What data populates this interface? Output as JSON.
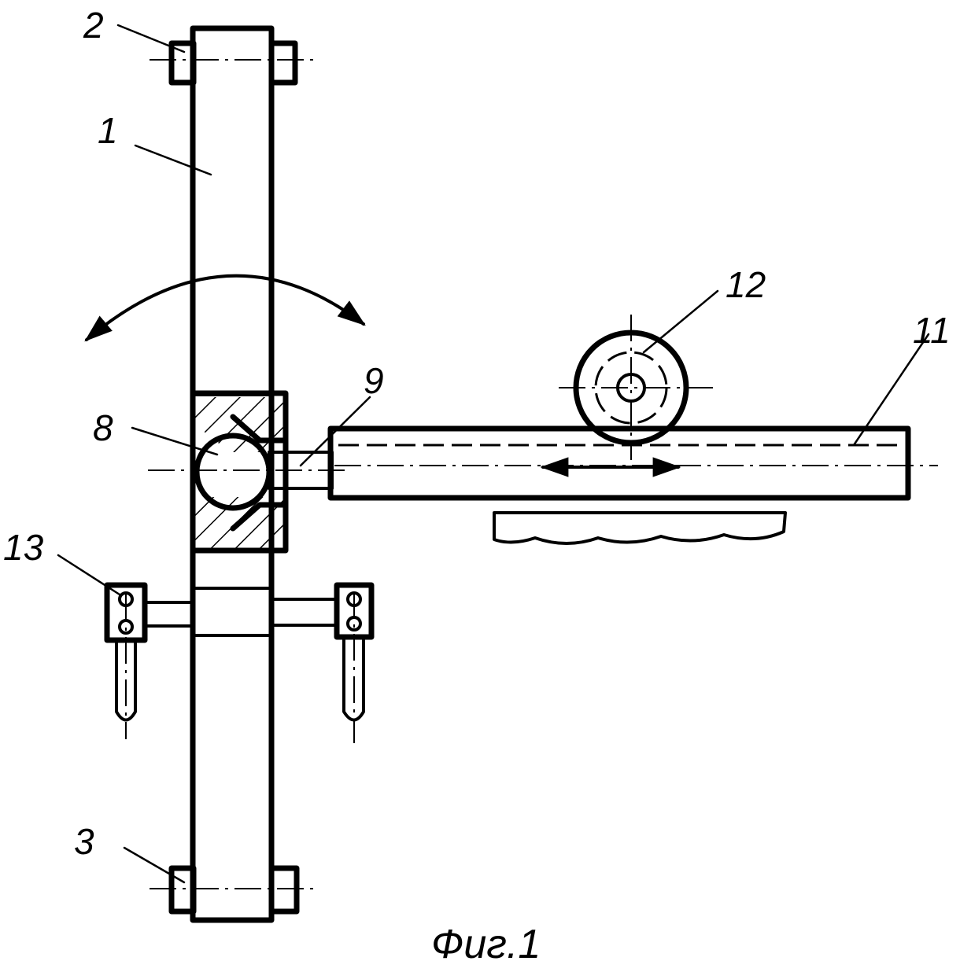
{
  "labels": {
    "part_1": "1",
    "part_2": "2",
    "part_3": "3",
    "part_8": "8",
    "part_9": "9",
    "part_11": "11",
    "part_12": "12",
    "part_13": "13"
  },
  "caption": "Фиг.1",
  "colors": {
    "ink": "#000000",
    "paper": "#ffffff"
  }
}
